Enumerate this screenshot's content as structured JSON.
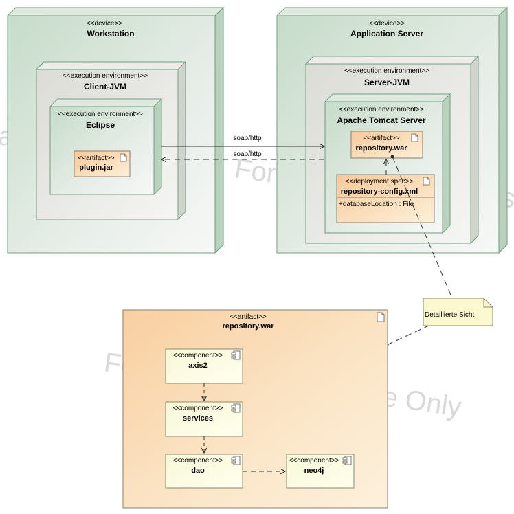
{
  "watermark": {
    "fragments": [
      "For",
      "Fo",
      "e Only",
      "a",
      "s"
    ]
  },
  "nodes": {
    "workstation": {
      "stereotype": "<<device>>",
      "name": "Workstation"
    },
    "client_jvm": {
      "stereotype": "<<execution environment>>",
      "name": "Client-JVM"
    },
    "eclipse": {
      "stereotype": "<<execution environment>>",
      "name": "Eclipse"
    },
    "plugin_jar": {
      "stereotype": "<<artifact>>",
      "name": "plugin.jar"
    },
    "app_server": {
      "stereotype": "<<device>>",
      "name": "Application Server"
    },
    "server_jvm": {
      "stereotype": "<<execution environment>>",
      "name": "Server-JVM"
    },
    "tomcat": {
      "stereotype": "<<execution environment>>",
      "name": "Apache Tomcat Server"
    },
    "repository_war_small": {
      "stereotype": "<<artifact>>",
      "name": "repository.war"
    },
    "repo_config": {
      "stereotype": "<<deployment spec>>",
      "name": "repository-config.xml",
      "attribute": "+databaseLocation : File"
    },
    "repository_war_big": {
      "stereotype": "<<artifact>>",
      "name": "repository.war"
    },
    "axis2": {
      "stereotype": "<<component>>",
      "name": "axis2"
    },
    "services": {
      "stereotype": "<<component>>",
      "name": "services"
    },
    "dao": {
      "stereotype": "<<component>>",
      "name": "dao"
    },
    "neo4j": {
      "stereotype": "<<component>>",
      "name": "neo4j"
    }
  },
  "edges": {
    "soap_request": "soap/http",
    "soap_response": "soap/http"
  },
  "note": {
    "text": "Detaillierte Sicht"
  },
  "colors": {
    "node_border": "#6f9f7f",
    "node_fill_light": "#f4f6f4",
    "node_fill_green": "#c6dcc9",
    "artifact_fill": "#f8d2a8",
    "component_fill": "#fcfce6",
    "note_fill": "#fcf8d0"
  }
}
